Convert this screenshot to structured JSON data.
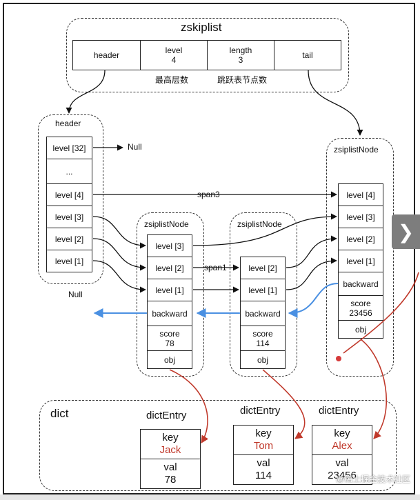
{
  "zskiplist": {
    "title": "zskiplist",
    "cells": [
      {
        "top": "header",
        "bottom": ""
      },
      {
        "top": "level",
        "bottom": "4"
      },
      {
        "top": "length",
        "bottom": "3"
      },
      {
        "top": "tail",
        "bottom": ""
      }
    ],
    "note_level": "最高层数",
    "note_length": "跳跃表节点数"
  },
  "header_node": {
    "title": "header",
    "levels": [
      "level [32]",
      "...",
      "level [4]",
      "level [3]",
      "level [2]",
      "level [1]"
    ],
    "null_label": "Null"
  },
  "node1": {
    "title": "zsiplistNode",
    "levels": [
      "level [3]",
      "level [2]",
      "level [1]"
    ],
    "backward": "backward",
    "score_label": "score",
    "score": "78",
    "obj": "obj"
  },
  "node2": {
    "title": "zsiplistNode",
    "levels": [
      "level [2]",
      "level [1]"
    ],
    "backward": "backward",
    "score_label": "score",
    "score": "114",
    "obj": "obj"
  },
  "node3": {
    "title": "zsiplistNode",
    "levels": [
      "level [4]",
      "level [3]",
      "level [2]",
      "level [1]"
    ],
    "backward": "backward",
    "score_label": "score",
    "score": "23456",
    "obj": "obj"
  },
  "labels": {
    "span3": "span3",
    "span1": "span1",
    "null_left": "Null"
  },
  "dict": {
    "title": "dict",
    "entries": [
      {
        "title": "dictEntry",
        "key_label": "key",
        "key": "Jack",
        "val_label": "val",
        "val": "78"
      },
      {
        "title": "dictEntry",
        "key_label": "key",
        "key": "Tom",
        "val_label": "val",
        "val": "114"
      },
      {
        "title": "dictEntry",
        "key_label": "key",
        "key": "Alex",
        "val_label": "val",
        "val": "23456"
      }
    ]
  },
  "colors": {
    "pointer": "#111111",
    "backward_pointer": "#4a90e2",
    "obj_pointer": "#c0392b"
  },
  "ui": {
    "next_glyph": "❯",
    "watermark": "@稀土掘金技术社区"
  }
}
